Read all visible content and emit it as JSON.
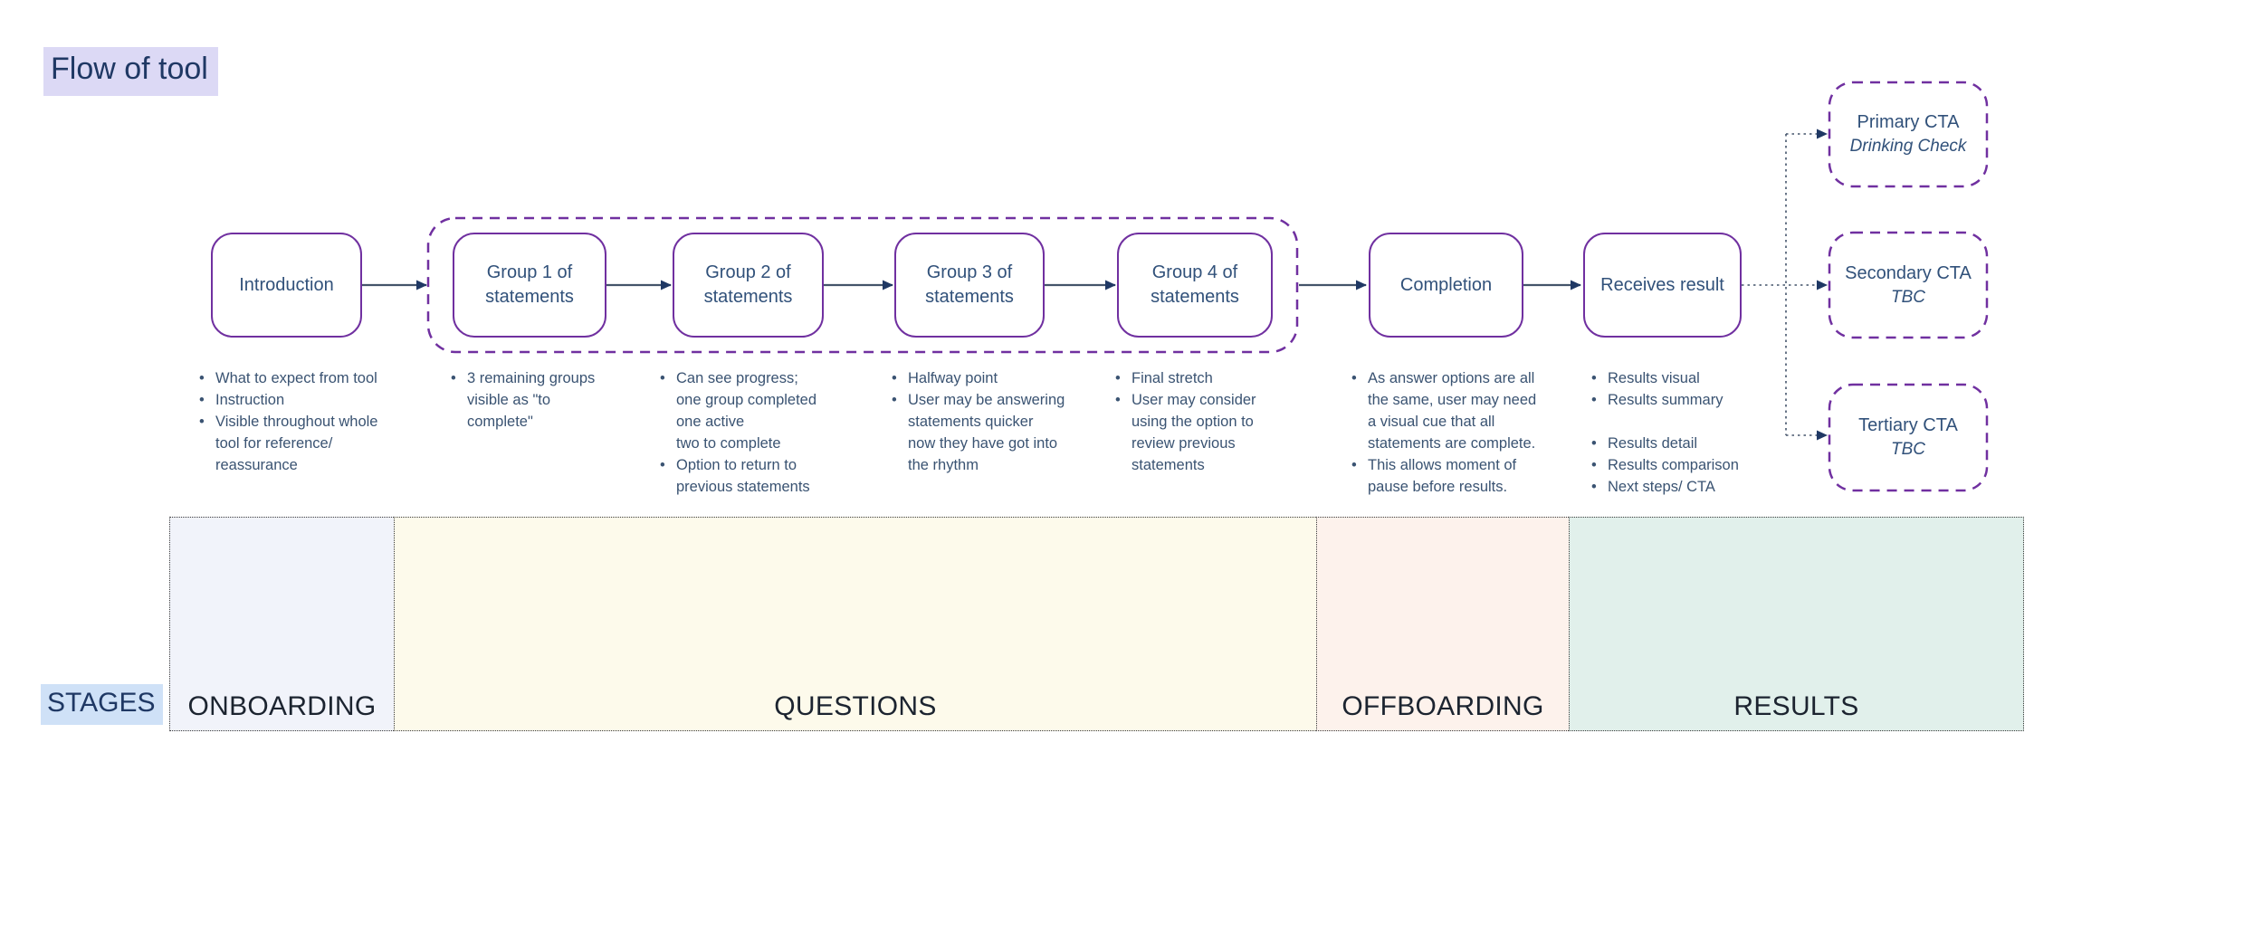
{
  "title": "Flow of tool",
  "stages_label": "STAGES",
  "colors": {
    "shape_border_purple": "#7030a0",
    "connector_slate": "#44546a",
    "arrowhead_navy": "#1f3864",
    "title_highlight": "#dcd9f5",
    "stages_highlight": "#cfe1f7",
    "text_navy": "#31517a",
    "notes_text": "#3a5372",
    "band_onboarding": "#f1f3fa",
    "band_questions": "#fdfaeb",
    "band_offboarding": "#fdf2ec",
    "band_results": "#e1f0eb"
  },
  "flow": [
    {
      "label": "Introduction"
    },
    {
      "label": "Group 1 of\nstatements"
    },
    {
      "label": "Group 2 of\nstatements"
    },
    {
      "label": "Group 3 of\nstatements"
    },
    {
      "label": "Group 4 of\nstatements"
    },
    {
      "label": "Completion"
    },
    {
      "label": "Receives result"
    }
  ],
  "ctas": [
    {
      "title": "Primary CTA",
      "subtitle": "Drinking Check"
    },
    {
      "title": "Secondary CTA",
      "subtitle": "TBC"
    },
    {
      "title": "Tertiary CTA",
      "subtitle": "TBC"
    }
  ],
  "notes": [
    {
      "lines": [
        "What to expect from tool",
        "Instruction",
        "Visible throughout whole",
        "tool for reference/",
        "reassurance"
      ]
    },
    {
      "lines": [
        "3 remaining groups",
        "visible as \"to",
        "complete\""
      ]
    },
    {
      "lines": [
        "Can see progress;",
        "one group completed",
        "one active",
        "two to complete",
        "Option to return to",
        "previous statements"
      ]
    },
    {
      "lines": [
        "Halfway point",
        "User may be answering",
        "statements quicker",
        "now they have got into",
        "the rhythm"
      ]
    },
    {
      "lines": [
        "Final stretch",
        "User may consider",
        "using the option to",
        "review previous",
        "statements"
      ]
    },
    {
      "lines": [
        "As answer options are all",
        "the same, user may need",
        "a visual cue that all",
        "statements are complete.",
        "This allows moment of",
        "pause before results."
      ]
    },
    {
      "lines": [
        "Results visual",
        "Results summary",
        "Results detail",
        "Results comparison",
        "Next steps/ CTA"
      ]
    }
  ],
  "bands": [
    {
      "label": "ONBOARDING"
    },
    {
      "label": "QUESTIONS"
    },
    {
      "label": "OFFBOARDING"
    },
    {
      "label": "RESULTS"
    }
  ]
}
